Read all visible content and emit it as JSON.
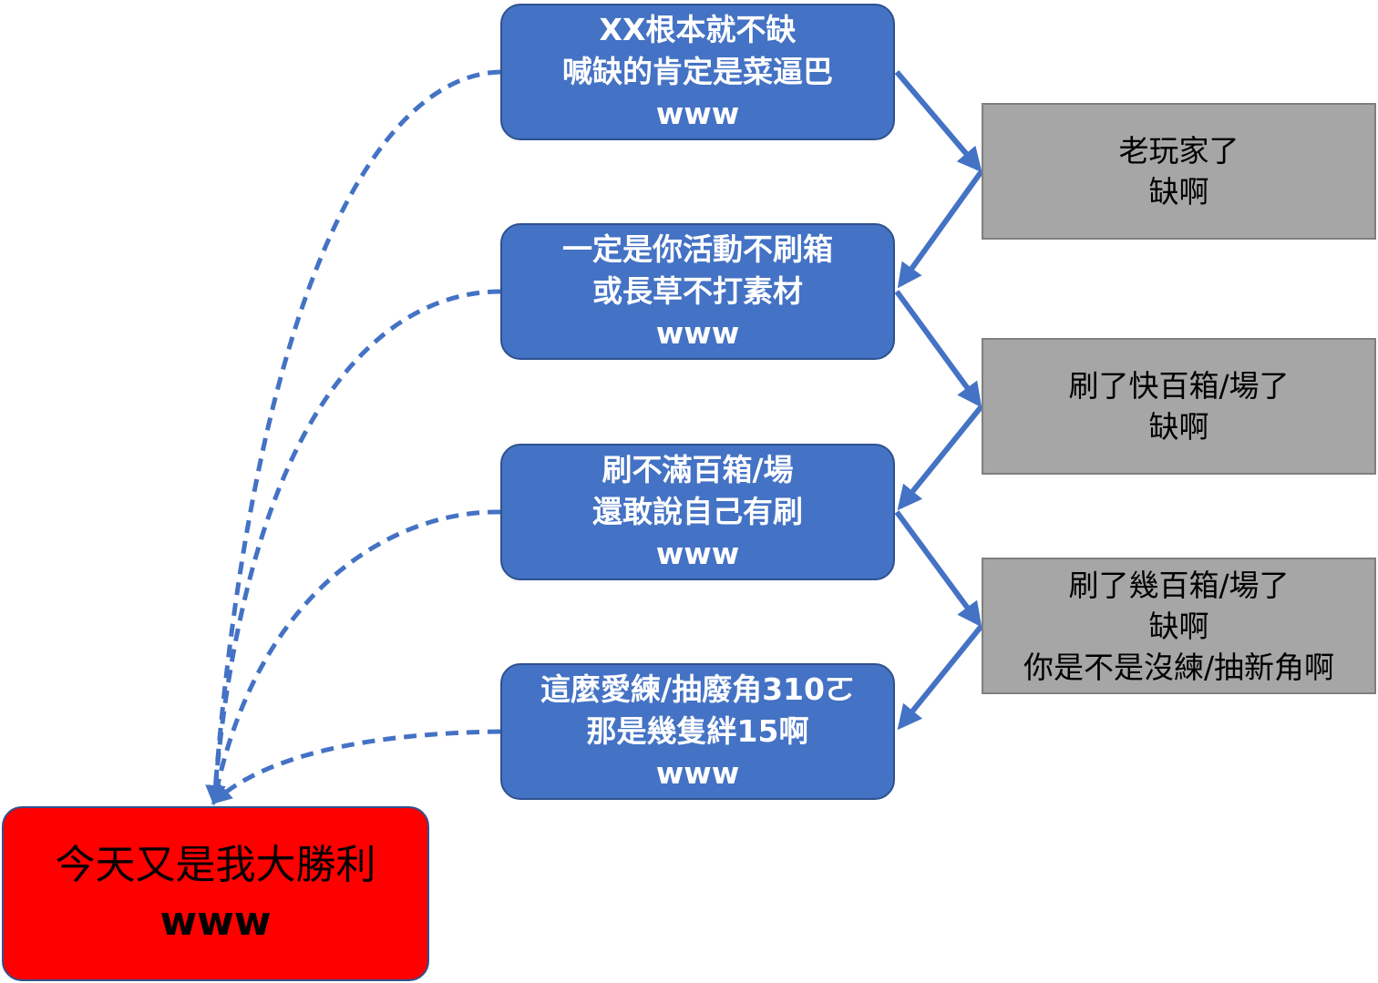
{
  "colors": {
    "blue_box": "#4472c4",
    "blue_border": "#2f528f",
    "gray_box": "#a6a6a6",
    "red_box": "#ff0000",
    "arrow": "#4472c4"
  },
  "nodes": {
    "b1": {
      "lines": [
        "XX根本就不缺",
        "喊缺的肯定是菜逼巴",
        "www"
      ]
    },
    "b2": {
      "lines": [
        "一定是你活動不刷箱",
        "或長草不打素材",
        "www"
      ]
    },
    "b3": {
      "lines": [
        "刷不滿百箱/場",
        "還敢說自己有刷",
        "www"
      ]
    },
    "b4": {
      "lines": [
        "這麼愛練/抽廢角310ㄛ",
        "那是幾隻絆15啊",
        "www"
      ]
    },
    "g1": {
      "lines": [
        "老玩家了",
        "缺啊"
      ]
    },
    "g2": {
      "lines": [
        "刷了快百箱/場了",
        "缺啊"
      ]
    },
    "g3": {
      "lines": [
        "刷了幾百箱/場了",
        "缺啊",
        "你是不是沒練/抽新角啊"
      ]
    },
    "r1": {
      "lines": [
        "今天又是我大勝利",
        "www"
      ]
    }
  }
}
